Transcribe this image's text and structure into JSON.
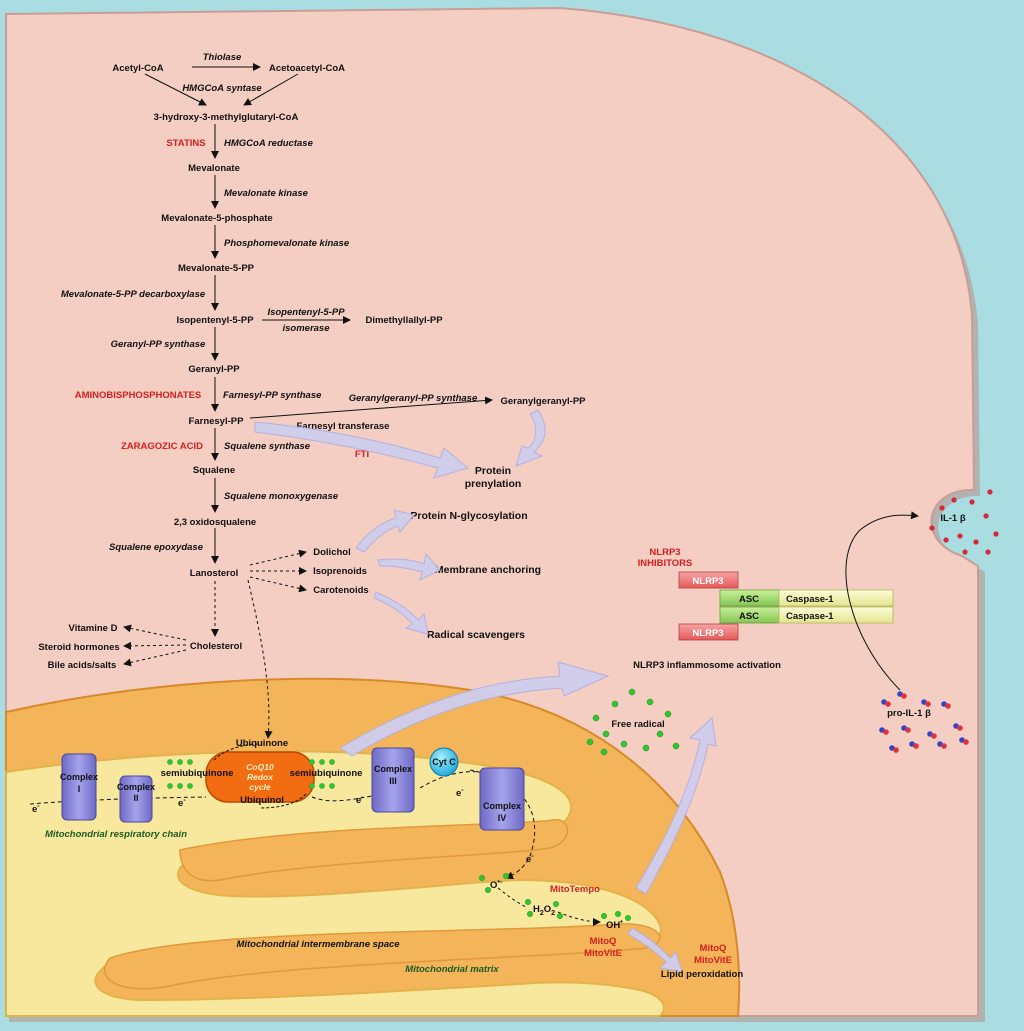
{
  "pathway": {
    "acetyl_coa": "Acetyl-CoA",
    "thiolase": "Thiolase",
    "acetoacetyl_coa": "Acetoacetyl-CoA",
    "hmgcoa_synthase": "HMGCoA syntase",
    "hmg_coa": "3-hydroxy-3-methylglutaryl-CoA",
    "statins": "STATINS",
    "hmgcoa_reductase": "HMGCoA reductase",
    "mevalonate": "Mevalonate",
    "mevalonate_kinase": "Mevalonate kinase",
    "mevalonate_5p": "Mevalonate-5-phosphate",
    "phosphomevalonate_kinase": "Phosphomevalonate kinase",
    "mevalonate_5pp": "Mevalonate-5-PP",
    "mevalonate_5pp_decarboxylase": "Mevalonate-5-PP decarboxylase",
    "isopentenyl_5pp": "Isopentenyl-5-PP",
    "isopentenyl_isomerase_1": "Isopentenyl-5-PP",
    "isopentenyl_isomerase_2": "isomerase",
    "dimethylallyl_pp": "Dimethyllallyl-PP",
    "geranyl_pp_synthase": "Geranyl-PP synthase",
    "geranyl_pp": "Geranyl-PP",
    "aminobisphosphonates": "AMINOBISPHOSPHONATES",
    "farnesyl_pp_synthase": "Farnesyl-PP synthase",
    "farnesyl_pp": "Farnesyl-PP",
    "geranylgeranyl_pp_synthase": "Geranylgeranyl-PP synthase",
    "geranylgeranyl_pp": "Geranylgeranyl-PP",
    "farnesyl_transferase": "Farnesyl transferase",
    "fti": "FTI",
    "protein_prenylation_1": "Protein",
    "protein_prenylation_2": "prenylation",
    "zaragozic_acid": "ZARAGOZIC ACID",
    "squalene_synthase": "Squalene synthase",
    "squalene": "Squalene",
    "squalene_monoxygenase": "Squalene monoxygenase",
    "oxidosqualene": "2,3 oxidosqualene",
    "squalene_epoxydase": "Squalene epoxydase",
    "lanosterol": "Lanosterol",
    "dolichol": "Dolichol",
    "isoprenoids": "Isoprenoids",
    "carotenoids": "Carotenoids",
    "protein_n_glycosylation": "Protein N-glycosylation",
    "membrane_anchoring": "Membrane anchoring",
    "radical_scavengers": "Radical scavengers",
    "vitamine_d": "Vitamine D",
    "steroid_hormones": "Steroid hormones",
    "bile_acids": "Bile acids/salts",
    "cholesterol": "Cholesterol"
  },
  "inflammasome": {
    "inhibitors_1": "NLRP3",
    "inhibitors_2": "INHIBITORS",
    "nlrp3_top": "NLRP3",
    "asc_1": "ASC",
    "caspase_1": "Caspase-1",
    "asc_2": "ASC",
    "caspase_2": "Caspase-1",
    "nlrp3_bottom": "NLRP3",
    "activation": "NLRP3 inflammosome activation",
    "il1b": "IL-1 β",
    "pro_il1b": "pro-IL-1 β",
    "free_radical": "Free radical"
  },
  "mitochondria": {
    "ubiquinone": "Ubiquinone",
    "coq10_1": "CoQ10",
    "coq10_2": "Redox",
    "coq10_3": "cycle",
    "ubiquinol": "Ubiquinol",
    "semiubiquinone_left": "semiubiquinone",
    "semiubiquinone_right": "semiubiquinone",
    "complex_i_1": "Complex",
    "complex_i_2": "I",
    "complex_ii_1": "Complex",
    "complex_ii_2": "II",
    "complex_iii_1": "Complex",
    "complex_iii_2": "III",
    "complex_iv_1": "Complex",
    "complex_iv_2": "IV",
    "cyt_c": "Cyt C",
    "electron": "e",
    "electron_sup": "-",
    "respiratory_chain": "Mitochondrial respiratory chain",
    "intermembrane_space": "Mitochondrial intermembrane space",
    "matrix": "Mitochondrial matrix",
    "superoxide": "O",
    "superoxide_sup": "•-",
    "h2o2_h": "H",
    "h2o2_2a": "2",
    "h2o2_o": "O",
    "h2o2_2b": "2",
    "hydroxyl": "OH",
    "hydroxyl_sup": "•",
    "mitotempo": "MitoTempo",
    "mitoq_1": "MitoQ",
    "mitovite_1": "MitoVitE",
    "mitoq_2": "MitoQ",
    "mitovite_2": "MitoVitE",
    "lipid_peroxidation": "Lipid peroxidation"
  },
  "colors": {
    "background": "#a9dde2",
    "cell": "#f4cdc3",
    "mito_outer": "#f3b45a",
    "mito_inner": "#f8e89e",
    "complex": "#8a86d8",
    "coq10": "#f26d12",
    "inhibitor_red": "#d42020",
    "nlrp3_box": "#f07070",
    "asc_box": "#9fd66a",
    "caspase_box": "#f0f2a8",
    "free_radical": "#2ec82e",
    "arrow_fill": "#cfcdee"
  }
}
